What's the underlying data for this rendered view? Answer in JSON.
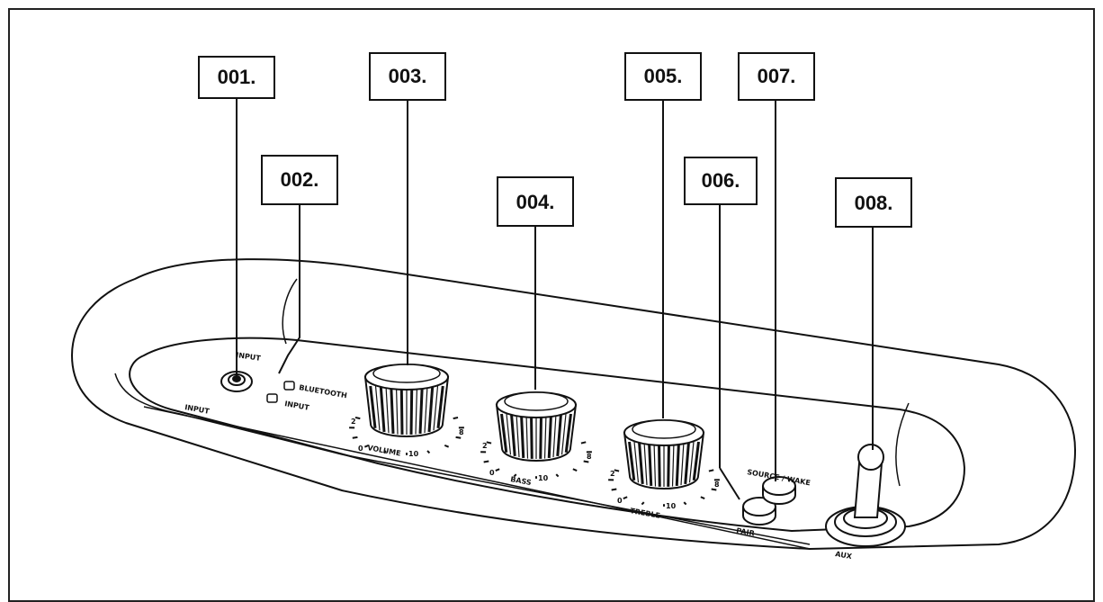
{
  "callouts": [
    {
      "id": "001",
      "label": "001."
    },
    {
      "id": "002",
      "label": "002."
    },
    {
      "id": "003",
      "label": "003."
    },
    {
      "id": "004",
      "label": "004."
    },
    {
      "id": "005",
      "label": "005."
    },
    {
      "id": "006",
      "label": "006."
    },
    {
      "id": "007",
      "label": "007."
    },
    {
      "id": "008",
      "label": "008."
    }
  ],
  "panel_labels": {
    "input": "INPUT",
    "bluetooth": "BLUETOOTH",
    "input_select": "INPUT",
    "volume": "VOLUME",
    "bass": "BASS",
    "treble": "TREBLE",
    "pair": "PAIR",
    "source_wake": "SOURCE / WAKE",
    "aux": "AUX",
    "mini": "INPUT"
  },
  "knob_scales": {
    "volume": {
      "min": "0",
      "max": "10",
      "mid_left": "2",
      "mid_right": "8"
    },
    "bass": {
      "min": "0",
      "max": "10",
      "mid_left": "2",
      "mid_right": "8"
    },
    "treble": {
      "min": "0",
      "max": "10",
      "mid_left": "2",
      "mid_right": "8"
    }
  }
}
